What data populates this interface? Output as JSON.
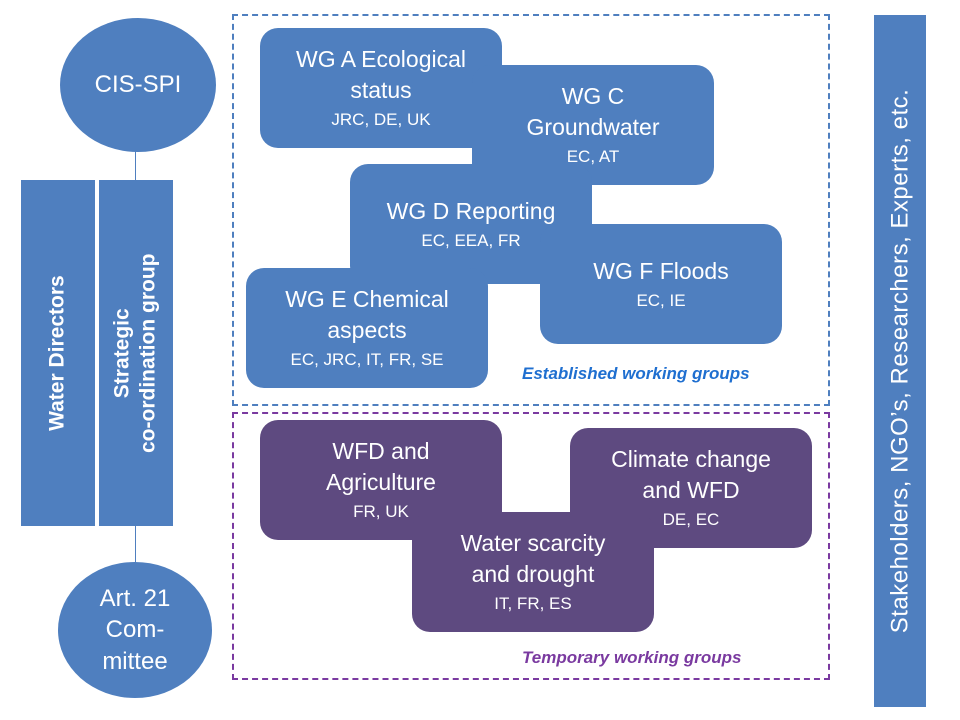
{
  "left": {
    "top_oval": "CIS-SPI",
    "bottom_oval_lines": [
      "Art. 21",
      "Com-",
      "mittee"
    ],
    "bar1": "Water Directors",
    "bar2_lines": [
      "Strategic",
      "co-ordination group"
    ]
  },
  "established": {
    "label": "Established working groups",
    "groups": [
      {
        "title_lines": [
          "WG A Ecological",
          "status"
        ],
        "members": "JRC, DE, UK"
      },
      {
        "title_lines": [
          "WG C",
          "Groundwater"
        ],
        "members": "EC, AT"
      },
      {
        "title_lines": [
          "WG D Reporting"
        ],
        "members": "EC, EEA, FR"
      },
      {
        "title_lines": [
          "WG F Floods"
        ],
        "members": "EC, IE"
      },
      {
        "title_lines": [
          "WG E Chemical",
          "aspects"
        ],
        "members": "EC, JRC, IT, FR, SE"
      }
    ]
  },
  "temporary": {
    "label": "Temporary working groups",
    "groups": [
      {
        "title_lines": [
          "WFD and",
          "Agriculture"
        ],
        "members": "FR, UK"
      },
      {
        "title_lines": [
          "Climate change",
          "and WFD"
        ],
        "members": "DE, EC"
      },
      {
        "title_lines": [
          "Water scarcity",
          "and drought"
        ],
        "members": "IT, FR, ES"
      }
    ]
  },
  "right_bar": "Stakeholders, NGO’s, Researchers, Experts, etc.",
  "colors": {
    "blue": "#4f7fbf",
    "purple": "#5e4a80",
    "established_label": "#1f6fd0",
    "temporary_label": "#7a3aa0",
    "temporary_border": "#7a3aa0"
  }
}
